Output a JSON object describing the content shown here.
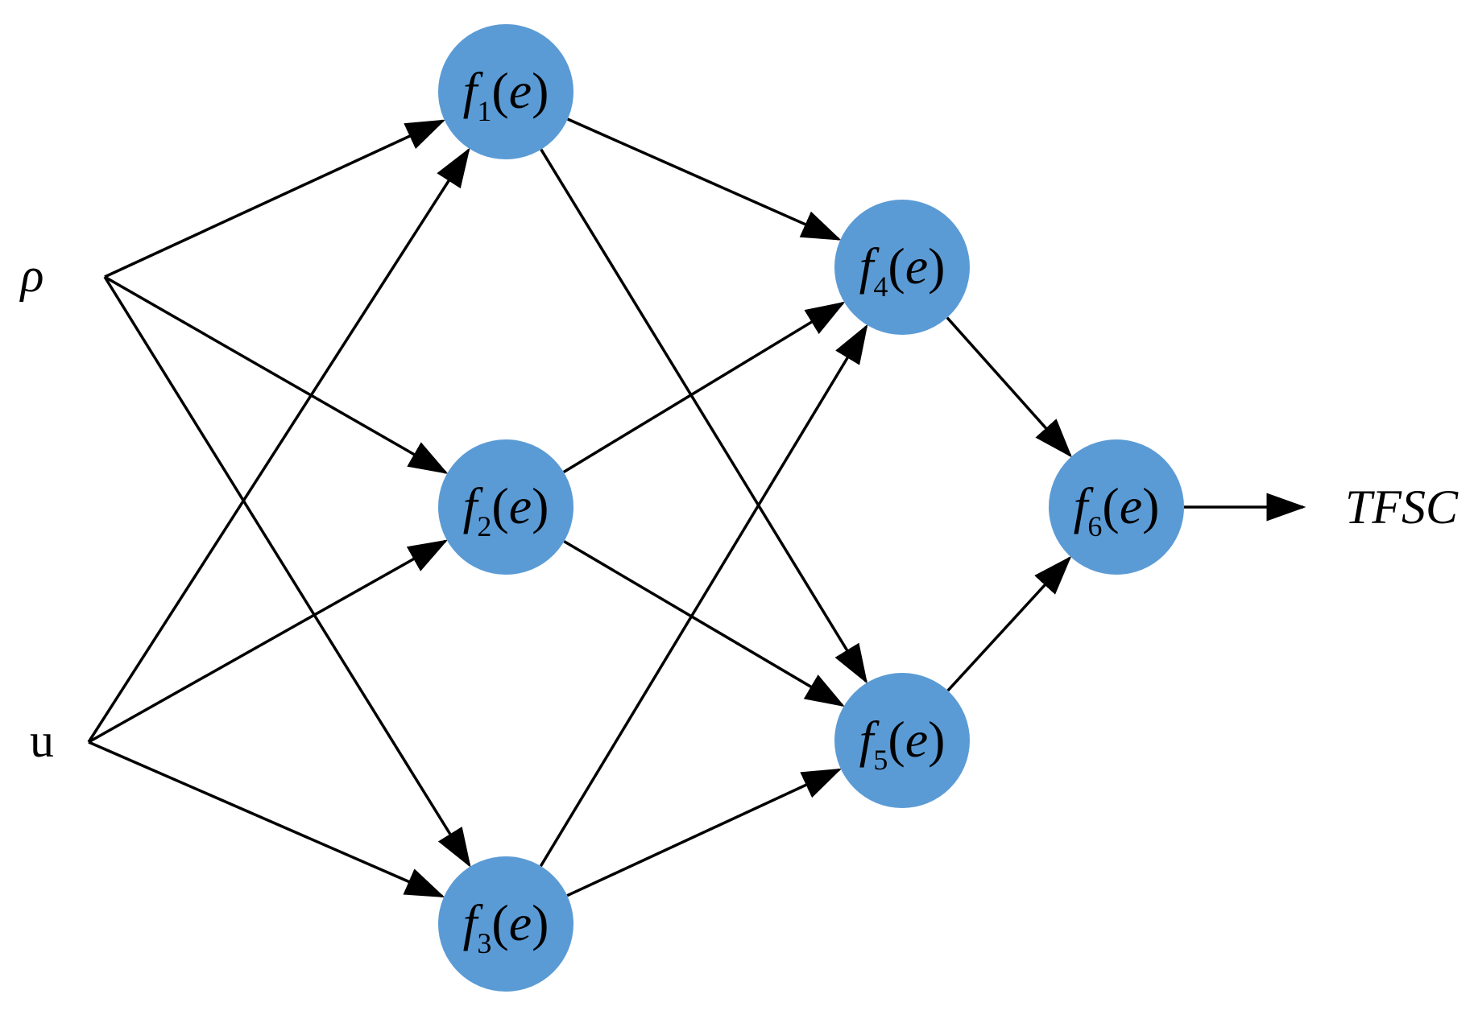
{
  "inputs": [
    {
      "id": "rho",
      "label": "ρ",
      "italic": true
    },
    {
      "id": "u",
      "label": "u",
      "italic": false
    }
  ],
  "nodes": [
    {
      "id": "f1",
      "func": "f",
      "sub": "1",
      "arg": "e"
    },
    {
      "id": "f2",
      "func": "f",
      "sub": "2",
      "arg": "e"
    },
    {
      "id": "f3",
      "func": "f",
      "sub": "3",
      "arg": "e"
    },
    {
      "id": "f4",
      "func": "f",
      "sub": "4",
      "arg": "e"
    },
    {
      "id": "f5",
      "func": "f",
      "sub": "5",
      "arg": "e"
    },
    {
      "id": "f6",
      "func": "f",
      "sub": "6",
      "arg": "e"
    }
  ],
  "output": {
    "id": "tfsc",
    "label": "TFSC"
  },
  "edges": [
    {
      "from": "rho",
      "to": "f1"
    },
    {
      "from": "rho",
      "to": "f2"
    },
    {
      "from": "rho",
      "to": "f3"
    },
    {
      "from": "u",
      "to": "f1"
    },
    {
      "from": "u",
      "to": "f2"
    },
    {
      "from": "u",
      "to": "f3"
    },
    {
      "from": "f1",
      "to": "f4"
    },
    {
      "from": "f1",
      "to": "f5"
    },
    {
      "from": "f2",
      "to": "f4"
    },
    {
      "from": "f2",
      "to": "f5"
    },
    {
      "from": "f3",
      "to": "f4"
    },
    {
      "from": "f3",
      "to": "f5"
    },
    {
      "from": "f4",
      "to": "f6"
    },
    {
      "from": "f5",
      "to": "f6"
    },
    {
      "from": "f6",
      "to": "tfsc"
    }
  ],
  "colors": {
    "node_fill": "#5b9bd5",
    "edge": "#000000"
  }
}
